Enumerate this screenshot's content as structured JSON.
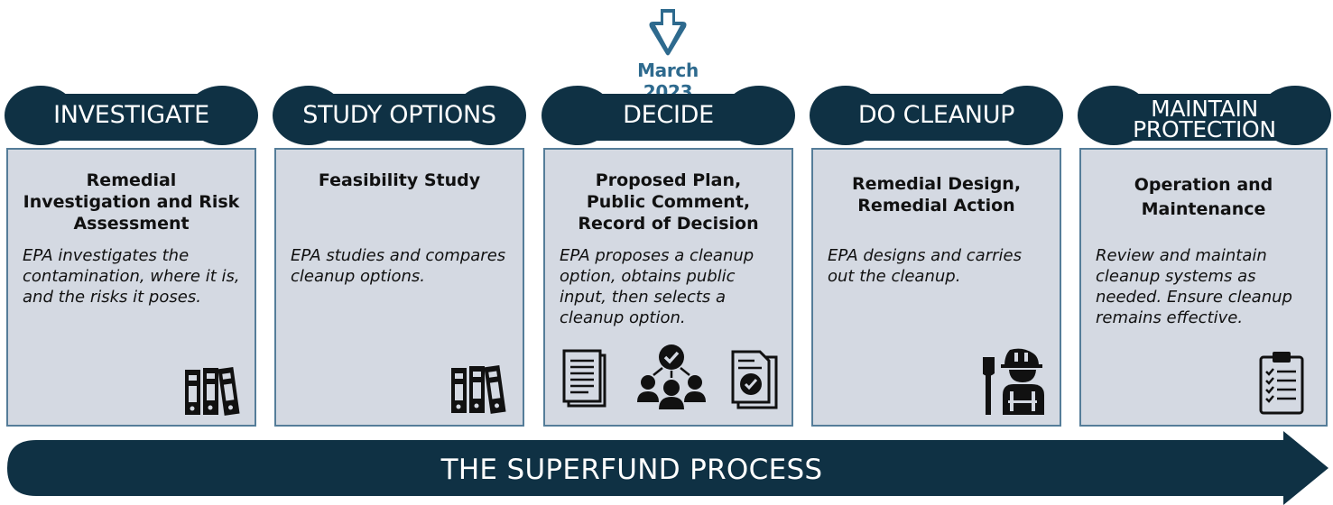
{
  "milestone": {
    "label": "March 2023",
    "icon": "shield-arrow-down-icon"
  },
  "stages": [
    {
      "header": "INVESTIGATE",
      "title": "Remedial Investigation and Risk Assessment",
      "description": "EPA investigates the contamination, where it is, and the risks it poses.",
      "icons": [
        "binders-icon"
      ]
    },
    {
      "header": "STUDY OPTIONS",
      "title": "Feasibility Study",
      "description": "EPA studies and compares cleanup options.",
      "icons": [
        "binders-icon"
      ]
    },
    {
      "header": "DECIDE",
      "title": "Proposed Plan, Public Comment, Record of Decision",
      "description": "EPA proposes a cleanup option, obtains public input, then selects a cleanup option.",
      "icons": [
        "documents-icon",
        "group-approval-icon",
        "approved-document-icon"
      ]
    },
    {
      "header": "DO CLEANUP",
      "title": "Remedial Design, Remedial Action",
      "description": "EPA designs and carries out the cleanup.",
      "icons": [
        "worker-with-shovel-icon"
      ]
    },
    {
      "header": "MAINTAIN PROTECTION",
      "title": "Operation and Maintenance",
      "description": "Review and maintain cleanup systems as needed. Ensure cleanup remains effective.",
      "icons": [
        "clipboard-checklist-icon"
      ]
    }
  ],
  "process_arrow": {
    "label": "THE SUPERFUND PROCESS"
  },
  "colors": {
    "navy": "#0f3144",
    "card_fill": "#d4d9e2",
    "card_border": "#557d99",
    "marker_blue": "#2e6a8e"
  }
}
